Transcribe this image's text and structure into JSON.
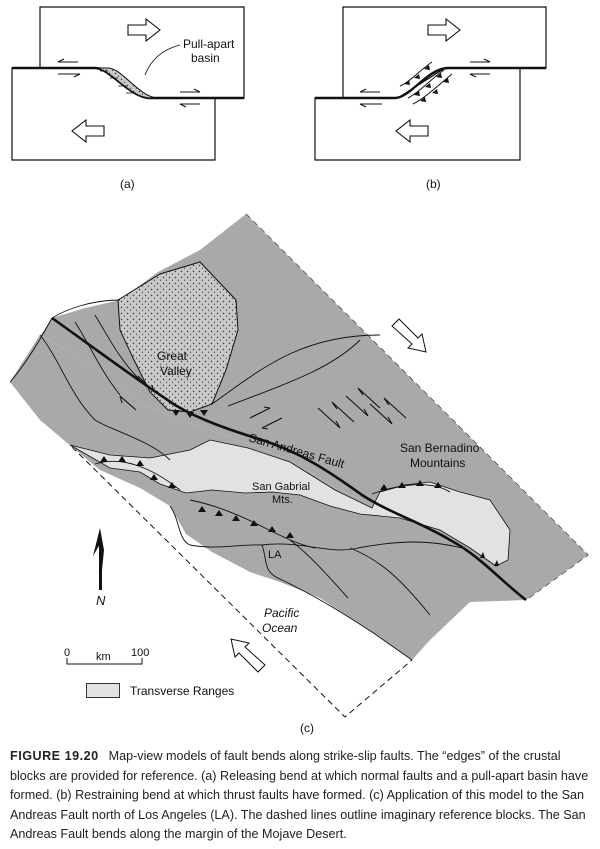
{
  "panel_a": {
    "label": "(a)",
    "basin_label_line1": "Pull-apart",
    "basin_label_line2": "basin"
  },
  "panel_b": {
    "label": "(b)"
  },
  "panel_c": {
    "label": "(c)",
    "places": {
      "great_valley_1": "Great",
      "great_valley_2": "Valley",
      "san_andreas": "San Andreas Fault",
      "san_bernardino_1": "San Bernadino",
      "san_bernardino_2": "Mountains",
      "san_gabriel_1": "San Gabrial",
      "san_gabriel_2": "Mts.",
      "la": "LA",
      "pacific_1": "Pacific",
      "pacific_2": "Ocean"
    },
    "north": "N",
    "scale": {
      "zero": "0",
      "unit": "km",
      "max": "100"
    },
    "legend": "Transverse Ranges"
  },
  "colors": {
    "block_gray": "#a9a9a9",
    "range_light": "#e2e2e2",
    "line": "#111111",
    "basin_fill": "#c8c8c8"
  },
  "caption": {
    "figure_id": "FIGURE 19.20",
    "text": "Map-view models of fault bends along strike-slip faults. The “edges” of the crustal blocks are provided for reference. (a) Releasing bend at which normal faults and a pull-apart basin have formed. (b) Restraining bend at which thrust faults have formed. (c) Application of this model to the San Andreas Fault north of Los Angeles (LA). The dashed lines outline imaginary reference blocks. The San Andreas Fault bends along the margin of the Mojave Desert."
  }
}
